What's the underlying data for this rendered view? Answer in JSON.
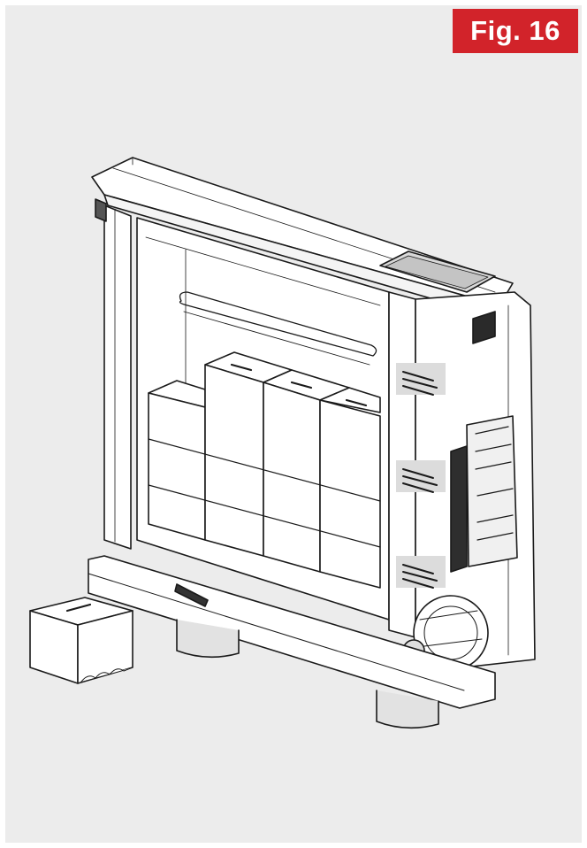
{
  "figure": {
    "label": "Fig. 16",
    "badge_color": "#d2232a",
    "background_color": "#ececec"
  },
  "illustration": {
    "subject": "heater-unit-with-storage-bricks-exploded-view",
    "brick_rows": 3,
    "brick_columns": 4,
    "loose_brick_count": 1,
    "terminal_connector_count": 3
  }
}
